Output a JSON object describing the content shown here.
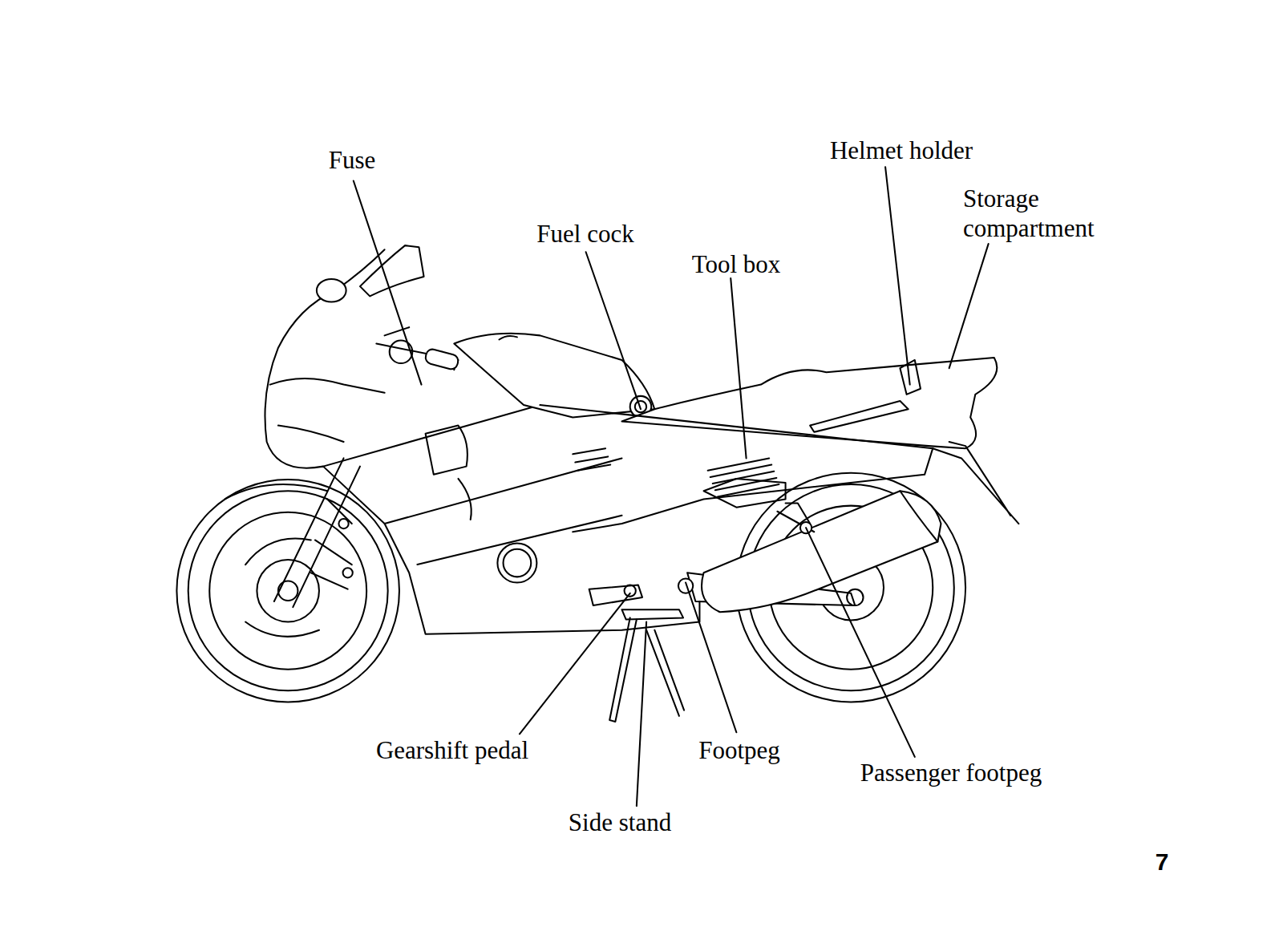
{
  "diagram": {
    "labels": [
      "Fuse",
      "Fuel cock",
      "Tool box",
      "Helmet holder",
      "Storage compartment",
      "Gearshift pedal",
      "Side stand",
      "Footpeg",
      "Passenger footpeg",
      "7"
    ]
  }
}
